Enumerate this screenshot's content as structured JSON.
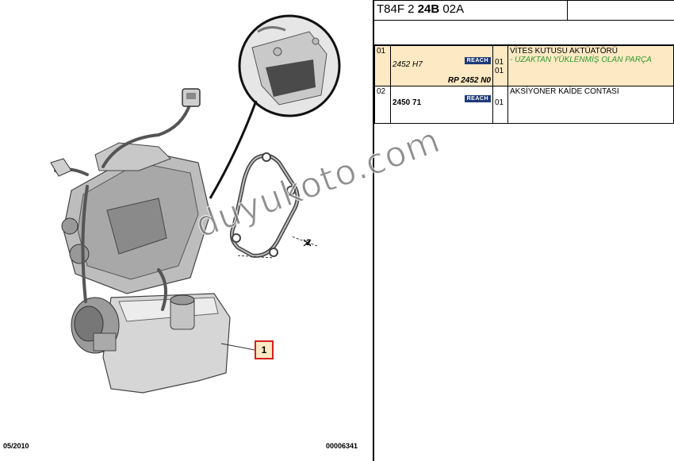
{
  "diagram": {
    "date_code": "05/2010",
    "drawing_number": "00006341",
    "callout_1": "1",
    "callout_2": "2",
    "watermark": "duyukoto.com"
  },
  "header": {
    "code_prefix": "T84F 2 ",
    "code_bold": "24B",
    "code_suffix": " 02A"
  },
  "parts": [
    {
      "index": "01",
      "ref": "2452 H7",
      "alt_ref": "RP 2452 N0",
      "badge": "REACH",
      "qty": "01",
      "alt_qty": "01",
      "description": "VİTES KUTUSU AKTÜATÖRÜ",
      "note": "- UZAKTAN YÜKLENMİŞ OLAN PARÇA",
      "highlight_color": "#fde9c3",
      "note_color": "#2e9a2e"
    },
    {
      "index": "02",
      "ref": "2450 71",
      "badge": "REACH",
      "qty": "01",
      "description": "AKSİYONER KAİDE CONTASI"
    }
  ]
}
